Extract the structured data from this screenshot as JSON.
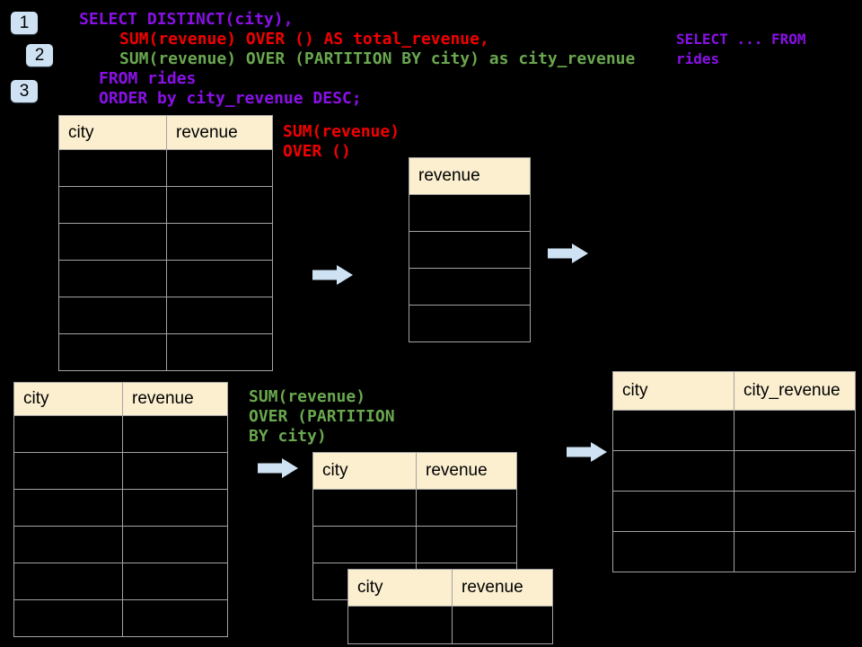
{
  "colors": {
    "bg": "#000000",
    "purple": "#8A10E8",
    "red": "#F20000",
    "green": "#6AA84F",
    "cream": "#FBEFD0",
    "blue": "#CFE2F3",
    "tborder": "#A3A3A3"
  },
  "badges": [
    {
      "label": "1"
    },
    {
      "label": "2"
    },
    {
      "label": "3"
    }
  ],
  "sql": {
    "lines": [
      {
        "text": "SELECT DISTINCT(city),",
        "color": "purple"
      },
      {
        "text": "SUM(revenue) OVER () AS total_revenue,",
        "color": "red"
      },
      {
        "text": "SUM(revenue) OVER (PARTITION BY city) as city_revenue",
        "color": "green"
      },
      {
        "text": "FROM rides",
        "color": "purple"
      },
      {
        "text": "ORDER by city_revenue DESC;",
        "color": "purple"
      }
    ]
  },
  "side_note": {
    "lines": [
      {
        "text": "SELECT ... FROM",
        "color": "purple"
      },
      {
        "text": "rides",
        "color": "purple"
      }
    ]
  },
  "annotations": {
    "total": {
      "lines": [
        {
          "text": "SUM(revenue)",
          "color": "red"
        },
        {
          "text": "OVER ()",
          "color": "red"
        }
      ]
    },
    "partition": {
      "lines": [
        {
          "text": "SUM(revenue)",
          "color": "green"
        },
        {
          "text": "OVER (PARTITION",
          "color": "green"
        },
        {
          "text": "BY city)",
          "color": "green"
        }
      ]
    }
  },
  "tables": [
    {
      "id": "source-all",
      "headers": [
        "city",
        "revenue"
      ],
      "empty_rows": 6
    },
    {
      "id": "revenue-projection",
      "headers": [
        "revenue"
      ],
      "empty_rows": 4
    },
    {
      "id": "source-partition",
      "headers": [
        "city",
        "revenue"
      ],
      "empty_rows": 6
    },
    {
      "id": "partition-group-a",
      "headers": [
        "city",
        "revenue"
      ],
      "empty_rows": 3
    },
    {
      "id": "partition-group-b",
      "headers": [
        "city",
        "revenue"
      ],
      "empty_rows": 1
    },
    {
      "id": "result",
      "headers": [
        "city",
        "city_revenue"
      ],
      "empty_rows": 4
    }
  ],
  "icons": {
    "arrow": "arrow-right-icon"
  }
}
